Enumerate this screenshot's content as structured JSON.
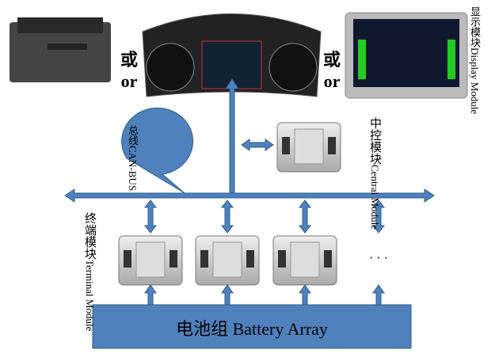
{
  "or_labels": [
    {
      "zh": "或",
      "en": "or"
    },
    {
      "zh": "或",
      "en": "or"
    }
  ],
  "display_module": {
    "zh": "显示模块",
    "en": "Display Module"
  },
  "central_module": {
    "zh": "中控模块",
    "en": "Central Module"
  },
  "bus": {
    "zh": "总线",
    "en": "CAN-BUS"
  },
  "terminal_module": {
    "zh": "终端模块",
    "en": "Terminal  Module"
  },
  "ellipsis": "· · ·",
  "battery": "电池组 Battery Array",
  "colors": {
    "bus": "#4f81bd",
    "border": "#2e5e8e"
  }
}
